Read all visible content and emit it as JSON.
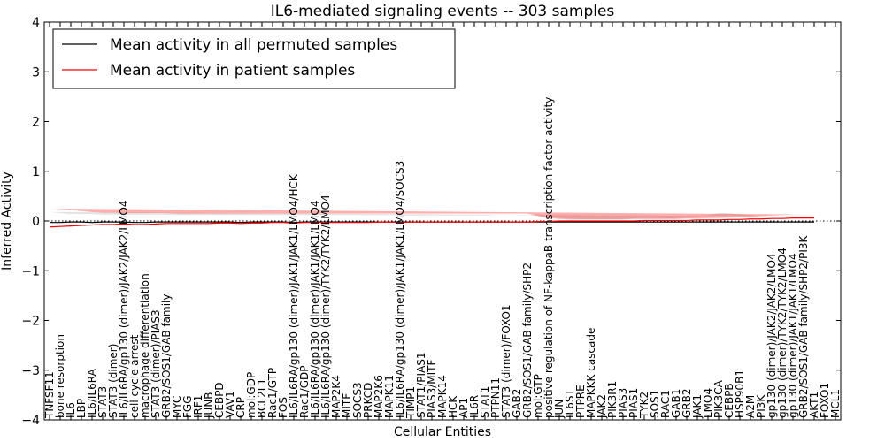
{
  "chart_data": {
    "type": "line",
    "title": "IL6-mediated signaling events -- 303 samples",
    "xlabel": "Cellular Entities",
    "ylabel": "Inferred Activity",
    "ylim": [
      -4,
      4
    ],
    "yticks": [
      -4,
      -3,
      -2,
      -1,
      0,
      1,
      2,
      3,
      4
    ],
    "grid": false,
    "legend_position": "top-left",
    "categories": [
      "TNFSF11",
      "bone resorption",
      "IL6",
      "LBP",
      "IL6/IL6RA",
      "STAT3",
      "STAT3 (dimer)",
      "IL6/IL6RA/gp130 (dimer)/JAK2/JAK2/LMO4",
      "cell cycle arrest",
      "macrophage differentiation",
      "STAT3 (dimer)/PIAS3",
      "GRB2/SOS1/GAB family",
      "MYC",
      "FGG",
      "IRF1",
      "JUNB",
      "CEBPD",
      "VAV1",
      "CRP",
      "mol:GDP",
      "BCL2L1",
      "Rac1/GTP",
      "FOS",
      "IL6/IL6RA/gp130 (dimer)/JAK1/JAK1/LMO4/HCK",
      "Rac1/GDP",
      "IL6/IL6RA/gp130 (dimer)/JAK1/JAK1/LMO4",
      "IL6/IL6RA/gp130 (dimer)/TYK2/TYK2/LMO4",
      "MAP2K4",
      "MITF",
      "SOCS3",
      "PRKCD",
      "MAP2K6",
      "MAPK11",
      "IL6/IL6RA/gp130 (dimer)/JAK1/JAK1/LMO4/SOCS3",
      "TIMP1",
      "STAT1/PIAS1",
      "PIAS3/MITF",
      "MAPK14",
      "HCK",
      "AP1",
      "IL6R",
      "STAT1",
      "PTPN11",
      "STAT3 (dimer)/FOXO1",
      "GAB2",
      "GRB2/SOS1/GAB family/SHP2",
      "mol:GTP",
      "positive regulation of NF-kappaB transcription factor activity",
      "JUN",
      "IL6ST",
      "PTPRE",
      "MAPKKK cascade",
      "JAK2",
      "PIK3R1",
      "PIAS3",
      "PIAS1",
      "TYK2",
      "SOS1",
      "RAC1",
      "GAB1",
      "GRB2",
      "JAK1",
      "LMO4",
      "PIK3CA",
      "CEBPB",
      "HSP90B1",
      "A2M",
      "PI3K",
      "gp130 (dimer)/JAK2/JAK2/LMO4",
      "gp130 (dimer)/TYK2/TYK2/LMO4",
      "gp130 (dimer)/JAK1/JAK1/LMO4",
      "GRB2/SOS1/GAB family/SHP2/PI3K",
      "AKT1",
      "FOXO1",
      "MCL1"
    ],
    "series": [
      {
        "name": "Mean activity in all permuted samples",
        "color": "#000000",
        "values": [
          -0.03,
          -0.03,
          -0.02,
          -0.02,
          -0.03,
          -0.02,
          -0.02,
          -0.02,
          -0.03,
          -0.03,
          -0.02,
          -0.02,
          -0.02,
          -0.02,
          -0.02,
          -0.02,
          -0.02,
          -0.02,
          -0.03,
          -0.02,
          -0.02,
          -0.02,
          -0.02,
          -0.03,
          -0.02,
          -0.02,
          -0.02,
          -0.02,
          -0.02,
          -0.02,
          -0.02,
          -0.02,
          -0.02,
          -0.02,
          -0.02,
          -0.02,
          -0.02,
          -0.02,
          -0.02,
          -0.02,
          -0.02,
          -0.02,
          -0.02,
          -0.02,
          -0.02,
          -0.02,
          -0.02,
          -0.02,
          -0.02,
          -0.02,
          -0.02,
          -0.02,
          -0.02,
          -0.02,
          -0.02,
          -0.02,
          -0.02,
          -0.02,
          -0.02,
          -0.02,
          -0.02,
          -0.02,
          -0.02,
          -0.02,
          -0.02,
          -0.02,
          -0.02,
          -0.02,
          -0.02,
          -0.02,
          -0.02,
          -0.02,
          -0.02
        ],
        "band_lower": [
          -0.2,
          -0.18,
          -0.17,
          -0.16,
          -0.16,
          -0.16,
          -0.16,
          -0.16,
          -0.16,
          -0.16,
          -0.16,
          -0.15,
          -0.15,
          -0.15,
          -0.15,
          -0.15,
          -0.15,
          -0.15,
          -0.15,
          -0.15,
          -0.14,
          -0.14,
          -0.14,
          -0.14,
          -0.14,
          -0.14,
          -0.14,
          -0.14,
          -0.14,
          -0.14,
          -0.14,
          -0.14,
          -0.14,
          -0.13,
          -0.13,
          -0.13,
          -0.13,
          -0.12,
          -0.12,
          -0.12,
          -0.12,
          -0.12,
          -0.13,
          -0.13,
          -0.13,
          -0.13,
          -0.12,
          -0.12,
          -0.1,
          -0.08,
          -0.07,
          -0.07,
          -0.07,
          -0.07,
          -0.07,
          -0.08,
          -0.08,
          -0.08,
          -0.08,
          -0.08,
          -0.09,
          -0.1,
          -0.12,
          -0.15,
          -0.17,
          -0.16,
          -0.14,
          -0.12,
          -0.11,
          -0.1,
          -0.1,
          -0.1,
          -0.1
        ],
        "band_upper": [
          0.18,
          0.16,
          0.14,
          0.14,
          0.14,
          0.13,
          0.13,
          0.13,
          0.13,
          0.13,
          0.13,
          0.13,
          0.12,
          0.12,
          0.12,
          0.12,
          0.12,
          0.12,
          0.12,
          0.12,
          0.12,
          0.12,
          0.12,
          0.12,
          0.12,
          0.12,
          0.12,
          0.12,
          0.12,
          0.12,
          0.12,
          0.12,
          0.12,
          0.11,
          0.11,
          0.11,
          0.11,
          0.11,
          0.11,
          0.11,
          0.11,
          0.11,
          0.12,
          0.12,
          0.12,
          0.12,
          0.1,
          0.08,
          0.06,
          0.05,
          0.04,
          0.04,
          0.04,
          0.04,
          0.04,
          0.05,
          0.05,
          0.05,
          0.05,
          0.05,
          0.06,
          0.08,
          0.12,
          0.16,
          0.16,
          0.14,
          0.12,
          0.1,
          0.1,
          0.09,
          0.09,
          0.09,
          0.09
        ]
      },
      {
        "name": "Mean activity in patient samples",
        "color": "#ff0000",
        "values": [
          -0.12,
          -0.11,
          -0.1,
          -0.09,
          -0.08,
          -0.07,
          -0.07,
          -0.06,
          -0.07,
          -0.07,
          -0.06,
          -0.05,
          -0.05,
          -0.05,
          -0.05,
          -0.05,
          -0.04,
          -0.04,
          -0.05,
          -0.04,
          -0.04,
          -0.03,
          -0.03,
          -0.04,
          -0.03,
          -0.03,
          -0.03,
          -0.03,
          -0.03,
          -0.03,
          -0.03,
          -0.02,
          -0.02,
          -0.03,
          -0.02,
          -0.02,
          -0.02,
          -0.02,
          -0.02,
          -0.02,
          -0.02,
          -0.02,
          -0.02,
          -0.02,
          -0.02,
          -0.02,
          -0.01,
          -0.01,
          0.0,
          0.0,
          0.0,
          0.0,
          0.0,
          0.0,
          0.0,
          0.0,
          0.01,
          0.01,
          0.01,
          0.01,
          0.01,
          0.02,
          0.02,
          0.02,
          0.03,
          0.03,
          0.04,
          0.04,
          0.05,
          0.05,
          0.06,
          0.06,
          0.06
        ],
        "band_lower": [
          -0.5,
          -0.45,
          -0.4,
          -0.36,
          -0.34,
          -0.33,
          -0.32,
          -0.3,
          -0.3,
          -0.3,
          -0.28,
          -0.28,
          -0.27,
          -0.26,
          -0.26,
          -0.26,
          -0.25,
          -0.25,
          -0.25,
          -0.25,
          -0.24,
          -0.24,
          -0.24,
          -0.24,
          -0.24,
          -0.24,
          -0.23,
          -0.23,
          -0.23,
          -0.22,
          -0.22,
          -0.22,
          -0.22,
          -0.22,
          -0.21,
          -0.21,
          -0.21,
          -0.2,
          -0.2,
          -0.2,
          -0.2,
          -0.2,
          -0.2,
          -0.2,
          -0.2,
          -0.2,
          -0.15,
          -0.1,
          -0.05,
          -0.04,
          -0.03,
          -0.03,
          -0.03,
          -0.03,
          -0.03,
          -0.03,
          -0.02,
          -0.02,
          -0.02,
          -0.02,
          -0.02,
          -0.02,
          -0.02,
          -0.02,
          -0.02,
          -0.02,
          -0.02,
          -0.02,
          -0.01,
          -0.01,
          -0.01,
          -0.01,
          -0.01
        ],
        "band_upper": [
          0.25,
          0.24,
          0.22,
          0.2,
          0.18,
          0.17,
          0.17,
          0.16,
          0.16,
          0.16,
          0.16,
          0.16,
          0.15,
          0.15,
          0.15,
          0.15,
          0.15,
          0.15,
          0.15,
          0.15,
          0.15,
          0.15,
          0.15,
          0.15,
          0.15,
          0.15,
          0.15,
          0.15,
          0.15,
          0.15,
          0.15,
          0.15,
          0.15,
          0.15,
          0.15,
          0.15,
          0.15,
          0.15,
          0.15,
          0.15,
          0.15,
          0.15,
          0.15,
          0.15,
          0.15,
          0.15,
          0.1,
          0.06,
          0.04,
          0.03,
          0.03,
          0.03,
          0.03,
          0.03,
          0.03,
          0.04,
          0.04,
          0.04,
          0.04,
          0.04,
          0.05,
          0.05,
          0.06,
          0.06,
          0.07,
          0.08,
          0.09,
          0.1,
          0.11,
          0.12,
          0.13,
          0.13,
          0.13
        ]
      }
    ],
    "reference_line": 0
  }
}
